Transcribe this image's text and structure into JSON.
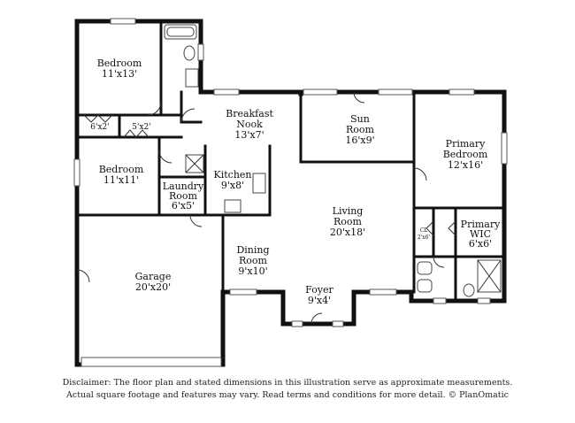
{
  "rooms": {
    "bedroom_top": {
      "name": "Bedroom",
      "dim": "11'x13'"
    },
    "bedroom_mid": {
      "name": "Bedroom",
      "dim": "11'x11'"
    },
    "breakfast": {
      "name1": "Breakfast",
      "name2": "Nook",
      "dim": "13'x7'"
    },
    "sun": {
      "name1": "Sun",
      "name2": "Room",
      "dim": "16'x9'"
    },
    "primary_bedroom": {
      "name1": "Primary",
      "name2": "Bedroom",
      "dim": "12'x16'"
    },
    "kitchen": {
      "name": "Kitchen",
      "dim": "9'x8'"
    },
    "laundry": {
      "name1": "Laundry",
      "name2": "Room",
      "dim": "6'x5'"
    },
    "living": {
      "name1": "Living",
      "name2": "Room",
      "dim": "20'x18'"
    },
    "primary_wic": {
      "name1": "Primary",
      "name2": "WIC",
      "dim": "6'x6'"
    },
    "dining": {
      "name1": "Dining",
      "name2": "Room",
      "dim": "9'x10'"
    },
    "garage": {
      "name": "Garage",
      "dim": "20'x20'"
    },
    "foyer": {
      "name": "Foyer",
      "dim": "9'x4'"
    }
  },
  "closets": {
    "closet_a": "6'x2'",
    "closet_b": "5'x2'",
    "cl_label": "CL",
    "cl_dim": "2'x6'"
  },
  "disclaimer": {
    "line1": "Disclaimer: The floor plan and stated dimensions in this illustration serve as approximate measurements.",
    "line2": "Actual square footage and features may vary. Read terms and conditions for more detail. © PlanOmatic"
  }
}
